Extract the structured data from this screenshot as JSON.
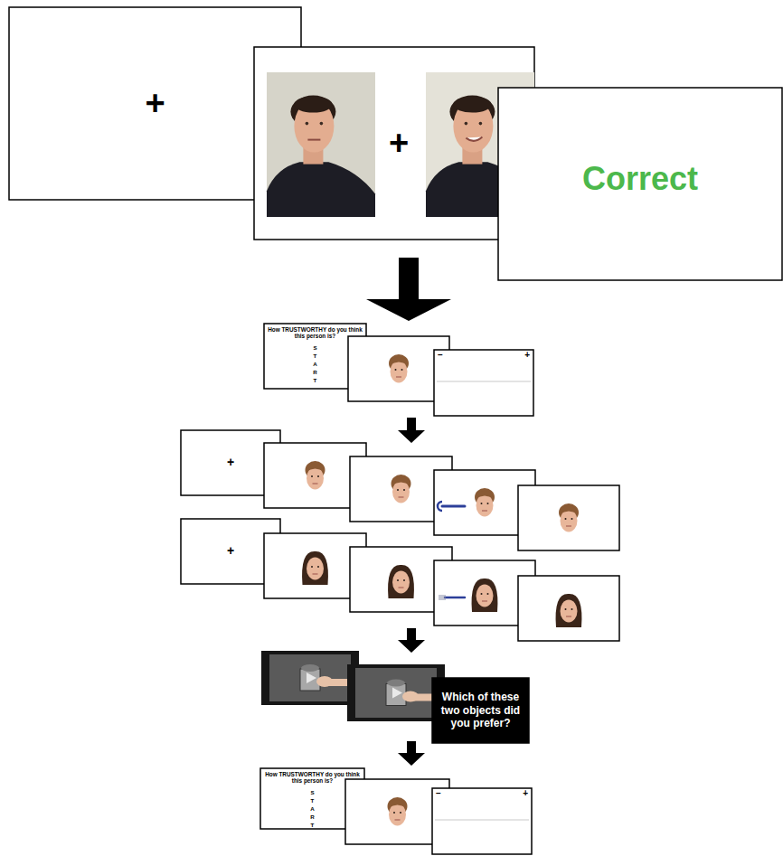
{
  "diagram": {
    "nodes": [
      {
        "text": [
          "+"
        ]
      },
      {
        "text": [
          "+"
        ]
      },
      {
        "text": [
          "Correct"
        ]
      },
      {
        "text": [
          "How TRUSTWORTHY do you think this person is?",
          "START"
        ]
      },
      {
        "text": [
          "–",
          "+"
        ]
      },
      {
        "text": [
          "+"
        ]
      },
      {
        "text": [
          "+"
        ]
      },
      {
        "text": [
          "Which of these two objects did you prefer?"
        ]
      },
      {
        "text": [
          "How TRUSTWORTHY do you think this person is?",
          "START"
        ]
      },
      {
        "text": [
          "–",
          "+"
        ]
      }
    ],
    "edges": [
      {
        "from": 1,
        "to": 3,
        "arrow": "to"
      },
      {
        "from": 4,
        "to": 5,
        "arrow": "to"
      },
      {
        "from": 6,
        "to": 7,
        "arrow": "to"
      },
      {
        "from": 7,
        "to": 8,
        "arrow": "to"
      }
    ]
  }
}
